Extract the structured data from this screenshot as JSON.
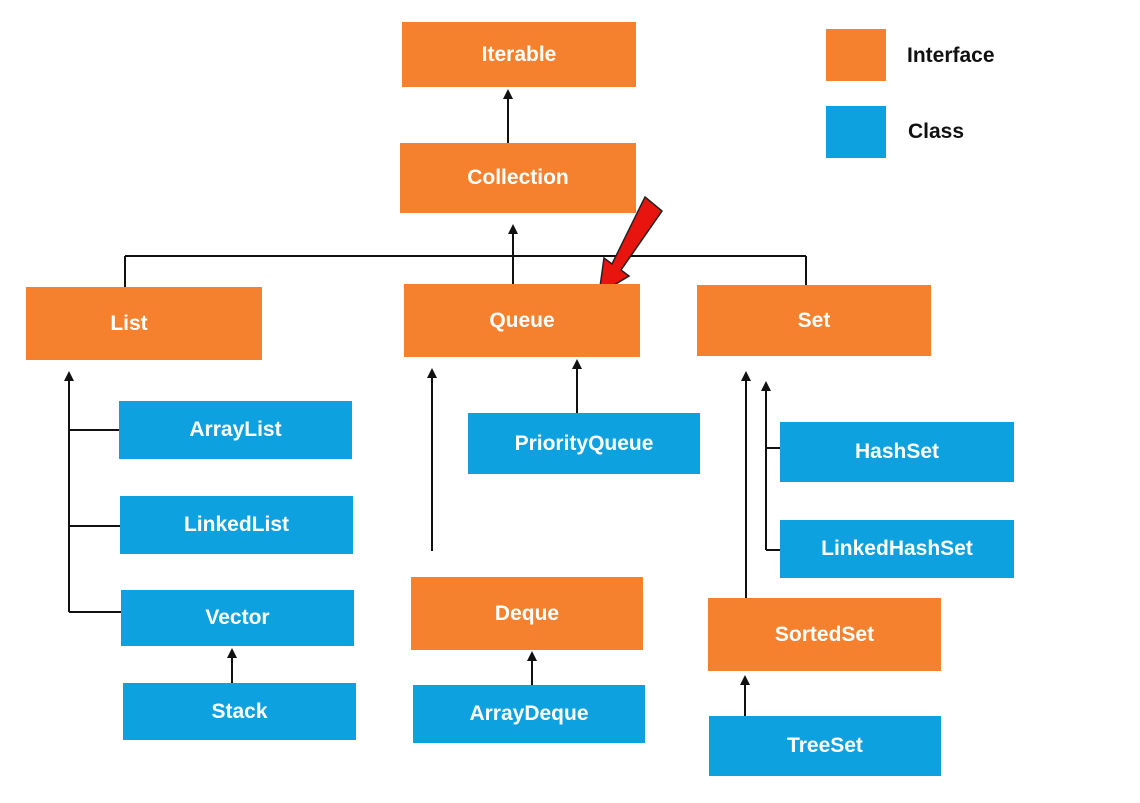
{
  "colors": {
    "interface": "#f5812e",
    "class": "#0ea1e0",
    "highlight_arrow": "#e8140e",
    "line": "#111111"
  },
  "legend": {
    "interface_label": "Interface",
    "class_label": "Class"
  },
  "nodes": {
    "iterable": "Iterable",
    "collection": "Collection",
    "list": "List",
    "queue": "Queue",
    "set": "Set",
    "arraylist": "ArrayList",
    "linkedlist": "LinkedList",
    "vector": "Vector",
    "stack": "Stack",
    "priorityqueue": "PriorityQueue",
    "deque": "Deque",
    "arraydeque": "ArrayDeque",
    "hashset": "HashSet",
    "linkedhashset": "LinkedHashSet",
    "sortedset": "SortedSet",
    "treeset": "TreeSet"
  },
  "highlight_arrow_icon": "red-arrow-icon"
}
